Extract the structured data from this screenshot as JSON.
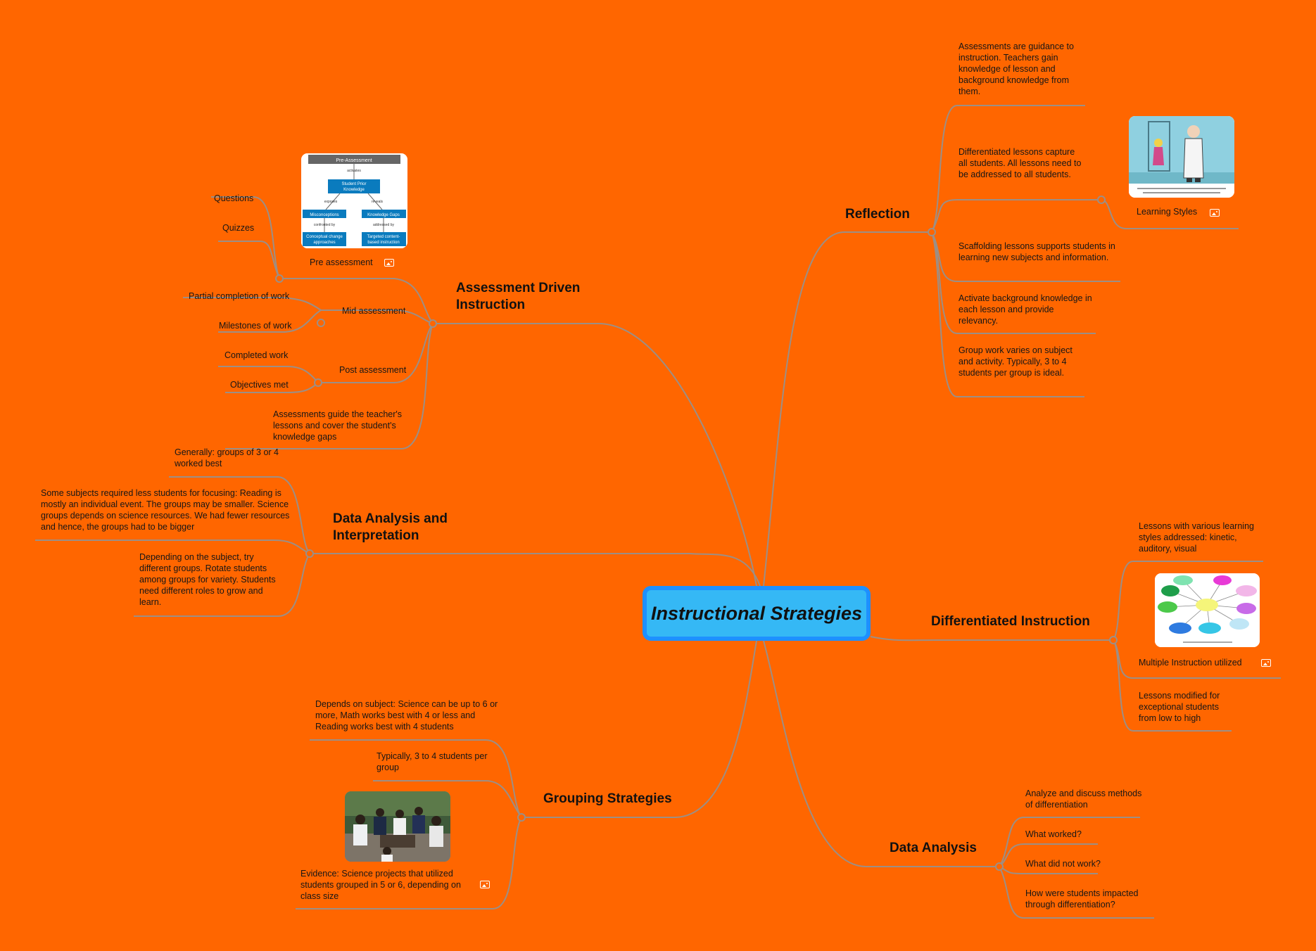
{
  "center": {
    "title": "Instructional Strategies"
  },
  "assessment": {
    "title": "Assessment Driven Instruction",
    "pre_label": "Pre assessment",
    "questions": "Questions",
    "quizzes": "Quizzes",
    "mid_label": "Mid assessment",
    "partial": "Partial completion of work",
    "milestones": "Milestones of work",
    "post_label": "Post assessment",
    "completed": "Completed work",
    "objectives": "Objectives met",
    "guide": "Assessments guide the teacher's lessons and cover the student's knowledge gaps",
    "diagram": {
      "top": "Pre-Assessment",
      "activates": "activates",
      "mid": "Student Prior Knowledge",
      "exposes": "exposes",
      "reveals": "reveals",
      "left": "Misconceptions",
      "right": "Knowledge Gaps",
      "confronted": "confronted by",
      "addressed": "addressed by",
      "left_bottom": "Conceptual change approaches",
      "right_bottom": "Targeted content-based instruction"
    }
  },
  "data_interp": {
    "title": "Data Analysis and Interpretation",
    "generally": "Generally: groups of 3 or 4 worked best",
    "some": "Some subjects required less students for focusing: Reading is mostly an individual event. The groups may be smaller. Science groups depends on science resources. We had fewer resources and hence, the groups had to be bigger",
    "depending": "Depending on the subject, try different groups. Rotate students among groups for variety. Students need different roles to grow and learn."
  },
  "grouping": {
    "title": "Grouping Strategies",
    "depends": "Depends on subject: Science can be up to 6 or more, Math works best with 4 or less and Reading works best with 4 students",
    "typically": "Typically, 3 to 4 students per group",
    "evidence": "Evidence: Science projects that utilized students grouped in 5 or 6, depending on class size"
  },
  "reflection": {
    "title": "Reflection",
    "items": [
      "Assessments are guidance to instruction. Teachers gain knowledge of lesson and background knowledge from them.",
      "Differentiated lessons capture all students. All lessons need to be addressed to all students.",
      "Scaffolding lessons supports students in learning new subjects and information.",
      "Activate background knowledge in each lesson and provide relevancy.",
      "Group work varies on subject and activity. Typically, 3 to 4 students per group is ideal."
    ],
    "learning_styles": "Learning Styles"
  },
  "differentiated": {
    "title": "Differentiated Instruction",
    "lessons": "Lessons with various learning styles addressed: kinetic, auditory, visual",
    "multiple": "Multiple Instruction utilized",
    "modified": "Lessons modified for exceptional students from low to high"
  },
  "data_analysis": {
    "title": "Data Analysis",
    "items": [
      "Analyze and discuss methods of differentiation",
      "What worked?",
      "What did not work?",
      "How were students impacted through differentiation?"
    ]
  },
  "colors": {
    "background": "#FF6600",
    "line": "#9C8F86",
    "center_fill": "#35B8F5",
    "center_border": "#1E90FF"
  }
}
